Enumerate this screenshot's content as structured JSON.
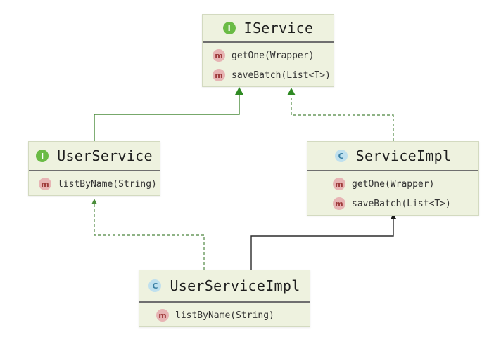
{
  "colors": {
    "box_fill": "#eef2df",
    "box_border": "#d3dac0",
    "divider": "#6f6f6f",
    "interface_badge": "#6abb45",
    "class_badge": "#bfe0ee",
    "method_badge": "#e7b4b4",
    "extends_line": "#4a8c3a",
    "implements_line": "#6a9a5e",
    "class_inherit_line": "#2b2b2b"
  },
  "nodes": [
    {
      "id": "IService",
      "kind": "interface",
      "badge": "I",
      "name": "IService",
      "methods": [
        {
          "badge": "m",
          "text": "getOne(Wrapper)"
        },
        {
          "badge": "m",
          "text": "saveBatch(List<T>)"
        }
      ]
    },
    {
      "id": "UserService",
      "kind": "interface",
      "badge": "I",
      "name": "UserService",
      "methods": [
        {
          "badge": "m",
          "text": "listByName(String)"
        }
      ]
    },
    {
      "id": "ServiceImpl",
      "kind": "class",
      "badge": "C",
      "name": "ServiceImpl",
      "methods": [
        {
          "badge": "m",
          "text": "getOne(Wrapper)"
        },
        {
          "badge": "m",
          "text": "saveBatch(List<T>)"
        }
      ]
    },
    {
      "id": "UserServiceImpl",
      "kind": "class",
      "badge": "C",
      "name": "UserServiceImpl",
      "methods": [
        {
          "badge": "m",
          "text": "listByName(String)"
        }
      ]
    }
  ],
  "edges": [
    {
      "from": "UserService",
      "to": "IService",
      "type": "extends",
      "style": "solid",
      "arrow": "filled-triangle"
    },
    {
      "from": "ServiceImpl",
      "to": "IService",
      "type": "implements",
      "style": "dashed",
      "arrow": "filled-triangle"
    },
    {
      "from": "UserServiceImpl",
      "to": "UserService",
      "type": "implements",
      "style": "dashed",
      "arrow": "filled-triangle"
    },
    {
      "from": "UserServiceImpl",
      "to": "ServiceImpl",
      "type": "extends",
      "style": "solid",
      "arrow": "filled-triangle"
    }
  ]
}
